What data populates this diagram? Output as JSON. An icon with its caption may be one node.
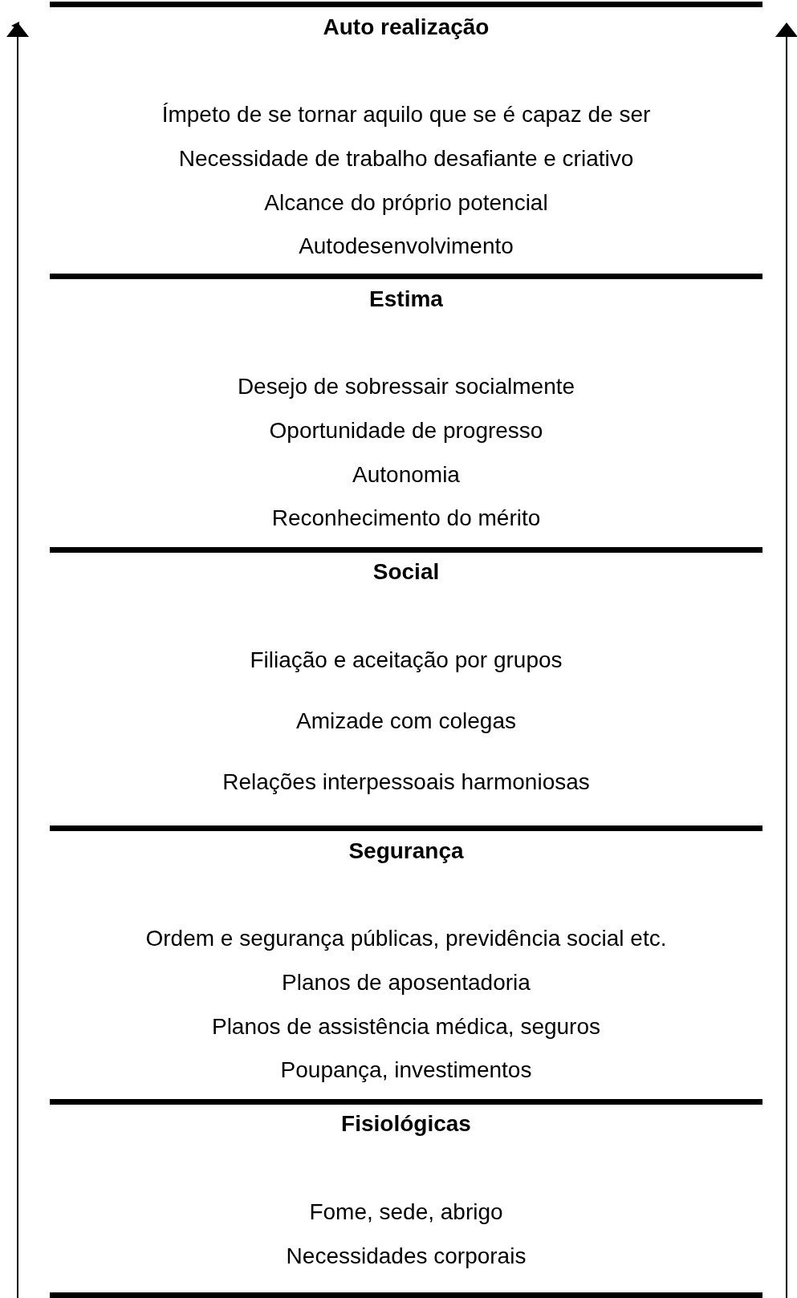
{
  "diagram": {
    "nodes": [
      {
        "text": [
          "Auto realização",
          "Ímpeto de se tornar aquilo que se é capaz de ser",
          "Necessidade de trabalho desafiante e criativo",
          "Alcance do próprio potencial",
          "Autodesenvolvimento"
        ]
      },
      {
        "text": [
          "Estima",
          "Desejo de sobressair socialmente",
          "Oportunidade de progresso",
          "Autonomia",
          "Reconhecimento do mérito"
        ]
      },
      {
        "text": [
          "Social",
          "Filiação e aceitação por grupos",
          "Amizade com colegas",
          "Relações interpessoais harmoniosas"
        ]
      },
      {
        "text": [
          "Segurança",
          "Ordem e segurança públicas, previdência social etc.",
          "Planos de aposentadoria",
          "Planos de assistência médica, seguros",
          "Poupança, investimentos"
        ]
      },
      {
        "text": [
          "Fisiológicas",
          "Fome, sede, abrigo",
          "Necessidades corporais"
        ]
      }
    ]
  }
}
